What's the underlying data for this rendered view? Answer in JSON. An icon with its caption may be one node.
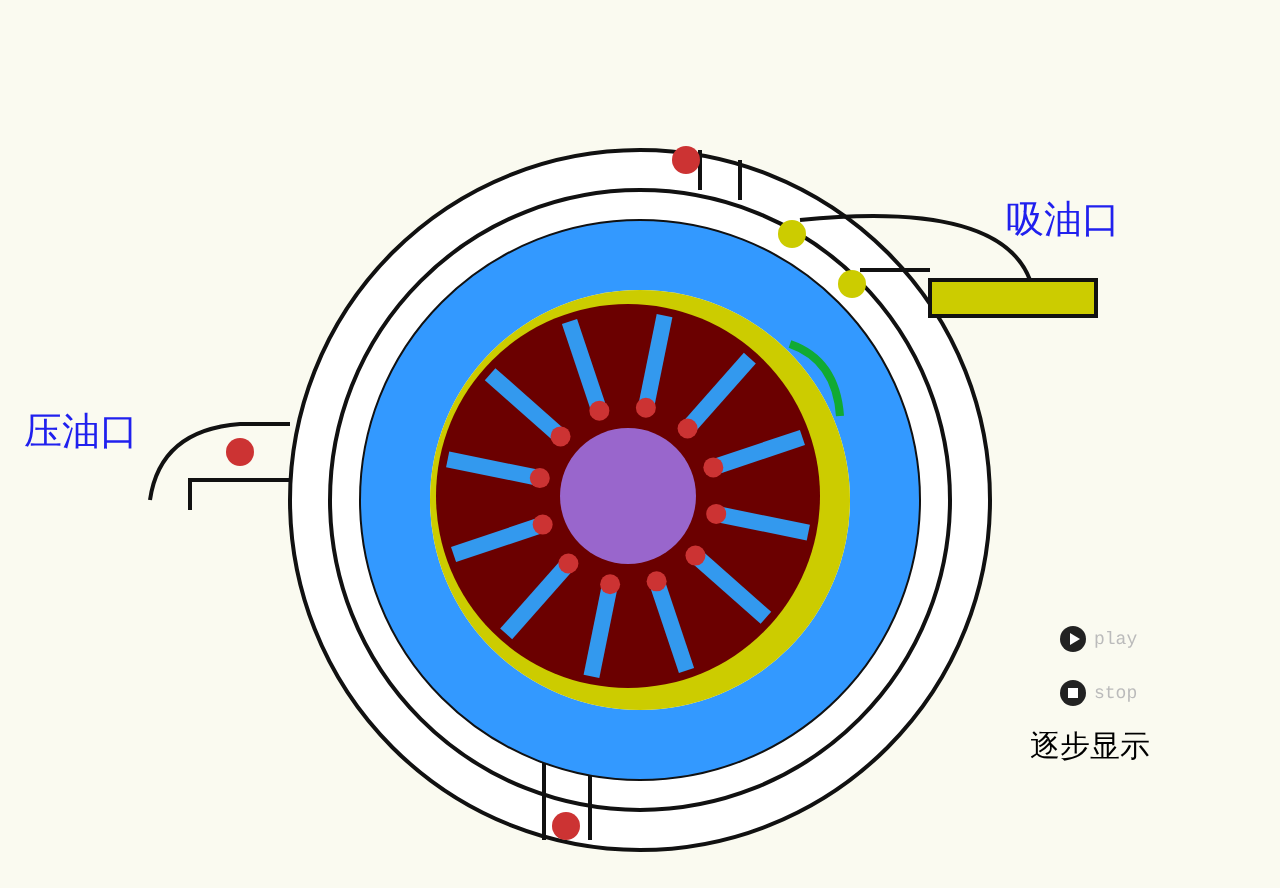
{
  "diagram": {
    "labels": [
      "吸油口",
      "压油口",
      "play",
      "stop",
      "逐步显示"
    ]
  }
}
